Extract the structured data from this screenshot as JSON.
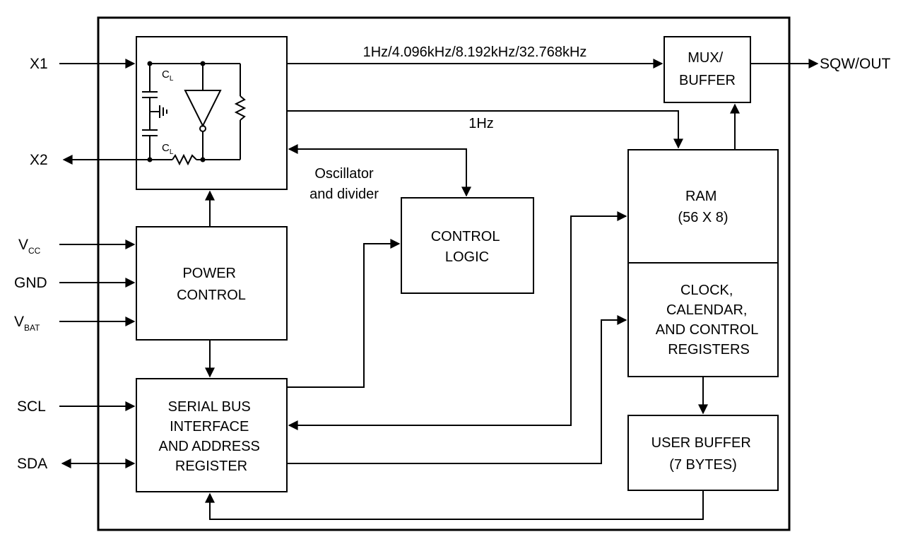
{
  "pins": {
    "x1": "X1",
    "x2": "X2",
    "vcc_main": "V",
    "vcc_sub": "CC",
    "gnd": "GND",
    "vbat_main": "V",
    "vbat_sub": "BAT",
    "scl": "SCL",
    "sda": "SDA",
    "sqw_out": "SQW/OUT"
  },
  "signals": {
    "freq_options": "1Hz/4.096kHz/8.192kHz/32.768kHz",
    "one_hz": "1Hz"
  },
  "oscillator": {
    "caption_line1": "Oscillator",
    "caption_line2": "and divider",
    "cap_main": "C",
    "cap_sub": "L"
  },
  "blocks": {
    "mux_buffer": [
      "MUX/",
      "BUFFER"
    ],
    "ram": [
      "RAM",
      "(56 X 8)"
    ],
    "clock_registers": [
      "CLOCK,",
      "CALENDAR,",
      "AND CONTROL",
      "REGISTERS"
    ],
    "user_buffer": [
      "USER BUFFER",
      "(7 BYTES)"
    ],
    "control_logic": [
      "CONTROL",
      "LOGIC"
    ],
    "power_control": [
      "POWER",
      "CONTROL"
    ],
    "serial_bus": [
      "SERIAL BUS",
      "INTERFACE",
      "AND ADDRESS",
      "REGISTER"
    ]
  }
}
